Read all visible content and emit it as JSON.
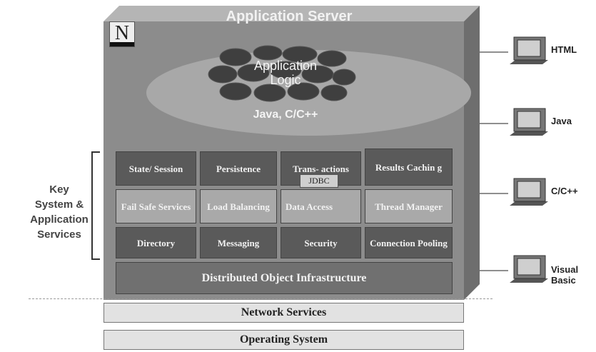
{
  "title": "Application Server",
  "logo_letter": "N",
  "logic": {
    "label_line1": "Application",
    "label_line2": "Logic",
    "languages": "Java, C/C++"
  },
  "services": {
    "row1": [
      "State/ Session",
      "Persistence",
      "Trans- actions",
      "Results Cachin g"
    ],
    "row2": [
      "Fail Safe Services",
      "Load Balancing",
      "Data Access",
      "Thread Manager"
    ],
    "row3": [
      "Directory",
      "Messaging",
      "Security",
      "Connection Pooling"
    ],
    "jdbc": "JDBC",
    "infrastructure": "Distributed Object Infrastructure"
  },
  "base_layers": {
    "network": "Network Services",
    "os": "Operating System"
  },
  "key_label": {
    "line1": "Key",
    "line2": "System &",
    "line3": "Application",
    "line4": "Services"
  },
  "clients": [
    {
      "line1": "HTML",
      "line2": "",
      "icon": "monitor-icon"
    },
    {
      "line1": "Java",
      "line2": "",
      "icon": "monitor-icon"
    },
    {
      "line1": "C/C++",
      "line2": "",
      "icon": "monitor-icon"
    },
    {
      "line1": "Visual",
      "line2": "Basic",
      "icon": "monitor-icon"
    }
  ],
  "colors": {
    "server": "#8c8c8c",
    "dark_box": "#5a5a5a",
    "light_box": "#a9a9a9",
    "base": "#e2e2e2"
  }
}
